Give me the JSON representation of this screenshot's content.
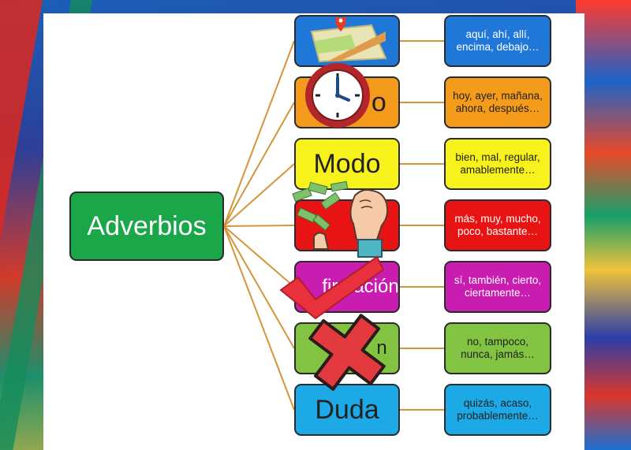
{
  "diagram": {
    "root": {
      "label": "Adverbios",
      "color": "#1ca64a"
    },
    "categories": [
      {
        "id": "lugar",
        "label": "",
        "color": "#1f78d8",
        "text_color": "#ffffff",
        "icon": "map-pin-icon",
        "examples": "aquí, ahí, allí, encima, debajo…",
        "example_color": "#1f78d8",
        "example_text": "#ffffff"
      },
      {
        "id": "tiempo",
        "label": "T",
        "label_end": "o",
        "color": "#f59b1c",
        "text_color": "#222222",
        "icon": "clock-icon",
        "examples": "hoy, ayer, mañana, ahora, después…",
        "example_color": "#f59b1c",
        "example_text": "#222222"
      },
      {
        "id": "modo",
        "label": "Modo",
        "color": "#f8f21c",
        "text_color": "#222222",
        "icon": "",
        "examples": "bien, mal, regular, amablemente…",
        "example_color": "#f8f21c",
        "example_text": "#222222"
      },
      {
        "id": "cantidad",
        "label": "",
        "color": "#e81414",
        "text_color": "#ffffff",
        "icon": "money-hand-icon",
        "examples": "más, muy, mucho, poco, bastante…",
        "example_color": "#e81414",
        "example_text": "#ffffff"
      },
      {
        "id": "afirmacion",
        "label": "firmación",
        "color": "#c81db0",
        "text_color": "#ffffff",
        "icon": "check-mark-icon",
        "examples": "sí, también, cierto, ciertamente…",
        "example_color": "#c81db0",
        "example_text": "#ffffff"
      },
      {
        "id": "negacion",
        "label": "n",
        "color": "#82c341",
        "text_color": "#222222",
        "icon": "x-mark-icon",
        "examples": "no, tampoco, nunca, jamás…",
        "example_color": "#82c341",
        "example_text": "#222222"
      },
      {
        "id": "duda",
        "label": "Duda",
        "color": "#1ca9e6",
        "text_color": "#222222",
        "icon": "",
        "examples": "quizás, acaso, probablemente…",
        "example_color": "#1ca9e6",
        "example_text": "#222222"
      }
    ],
    "link_color": "#d4953a"
  }
}
